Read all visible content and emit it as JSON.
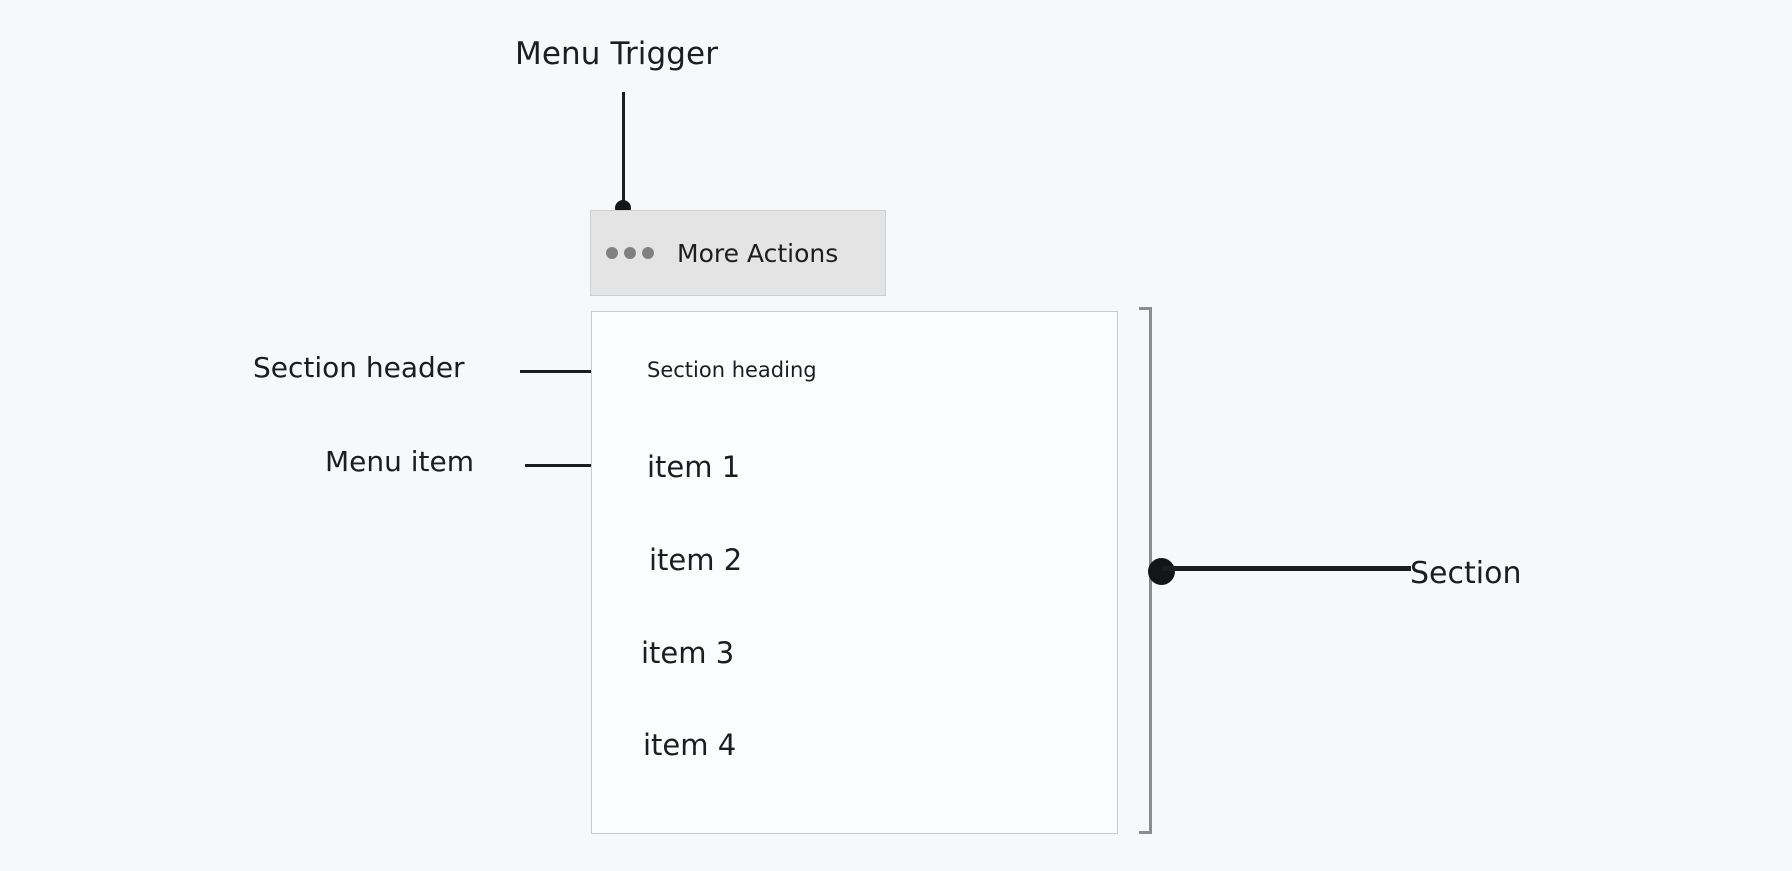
{
  "background_color": "#f7f8fa",
  "annotations": {
    "menu_trigger": "Menu Trigger",
    "section_header": "Section header",
    "menu_item": "Menu item",
    "section": "Section"
  },
  "trigger": {
    "label": "More Actions",
    "icon": "more-horizontal-icon",
    "background_color": "#e4e4e4",
    "border_color": "#cfcfcf",
    "dot_color": "#808080"
  },
  "menu": {
    "border_color": "#c9c9c9",
    "section": {
      "heading": "Section heading",
      "items": [
        {
          "label": "item 1"
        },
        {
          "label": "item 2"
        },
        {
          "label": "item 3"
        },
        {
          "label": "item 4"
        }
      ]
    }
  },
  "bracket": {
    "color": "#8a8d90",
    "connector_color": "#131517"
  }
}
